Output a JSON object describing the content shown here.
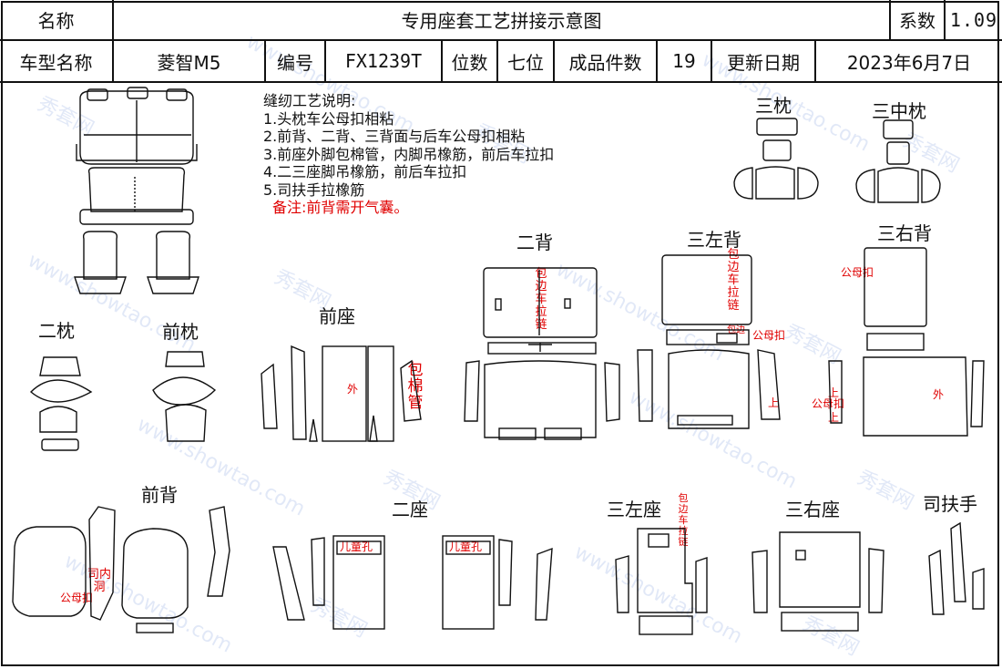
{
  "header_row1": {
    "name_label": "名称",
    "title": "专用座套工艺拼接示意图",
    "coef_label": "系数",
    "coef_value": "1.09"
  },
  "header_row2": {
    "model_label": "车型名称",
    "model_value": "菱智M5",
    "code_label": "编号",
    "code_value": "FX1239T",
    "seats_label": "位数",
    "seats_value": "七位",
    "pieces_label": "成品件数",
    "pieces_value": "19",
    "date_label": "更新日期",
    "date_value": "2023年6月7日"
  },
  "notes": {
    "heading": "缝纫工艺说明:",
    "items": [
      "1.头枕车公母扣相粘",
      "2.前背、二背、三背面与后车公母扣相粘",
      "3.前座外脚包棉管，内脚吊橡筋，前后车拉扣",
      "4.二三座脚吊橡筋，前后车拉扣",
      "5.司扶手拉橡筋"
    ],
    "remark": "备注:前背需开气囊。"
  },
  "parts": {
    "san_zhen": "三枕",
    "san_zhong_zhen": "三中枕",
    "er_zhen": "二枕",
    "qian_zhen": "前枕",
    "qian_zuo": "前座",
    "er_bei": "二背",
    "san_zuo_bei": "三左背",
    "san_you_bei": "三右背",
    "qian_bei": "前背",
    "er_zuo": "二座",
    "san_zuo_zuo": "三左座",
    "san_you_zuo": "三右座",
    "si_fu_shou": "司扶手"
  },
  "annotations": {
    "bao_mian_guan": "包棉管",
    "wai": "外",
    "bao_bian_che_la_lian": "包边车拉链",
    "gong_mu_kou": "公母扣",
    "bao_bian": "包边",
    "shang": "上",
    "si_nei_dong": "司内洞",
    "er_tong_kong": "儿童孔",
    "bao_bian_che_la_lian_short": "包边车拉链"
  },
  "watermark": {
    "cn": "秀套网",
    "en": "www.showtao.com"
  },
  "colors": {
    "annotation_red": "#e00000",
    "watermark": "#9fb6e6",
    "line": "#111111"
  }
}
